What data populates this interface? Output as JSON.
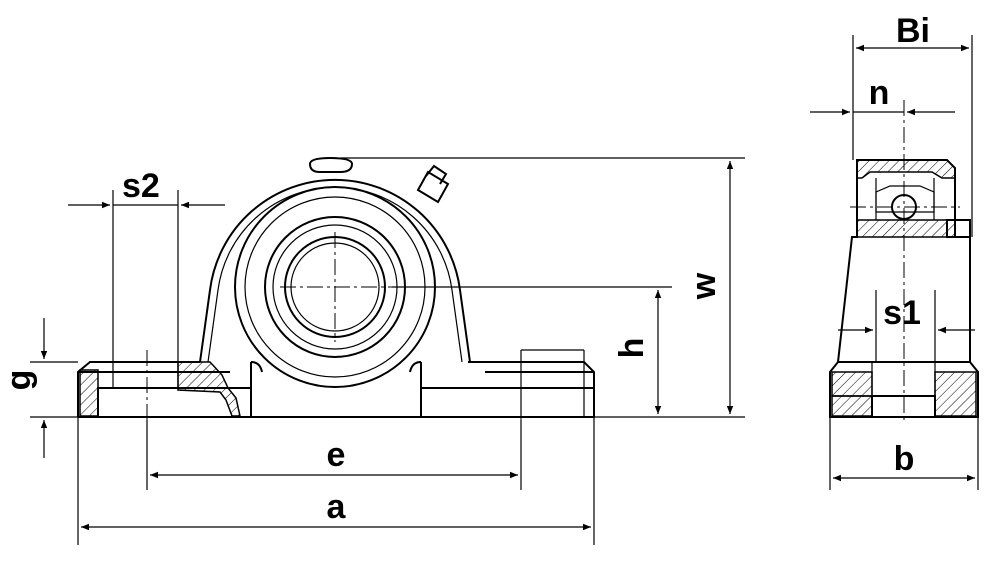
{
  "labels": {
    "s2": "s2",
    "g": "g",
    "e": "e",
    "a": "a",
    "h": "h",
    "w": "w",
    "bi": "Bi",
    "n": "n",
    "s1": "s1",
    "b": "b"
  },
  "colors": {
    "line": "#000000",
    "background": "#ffffff"
  }
}
